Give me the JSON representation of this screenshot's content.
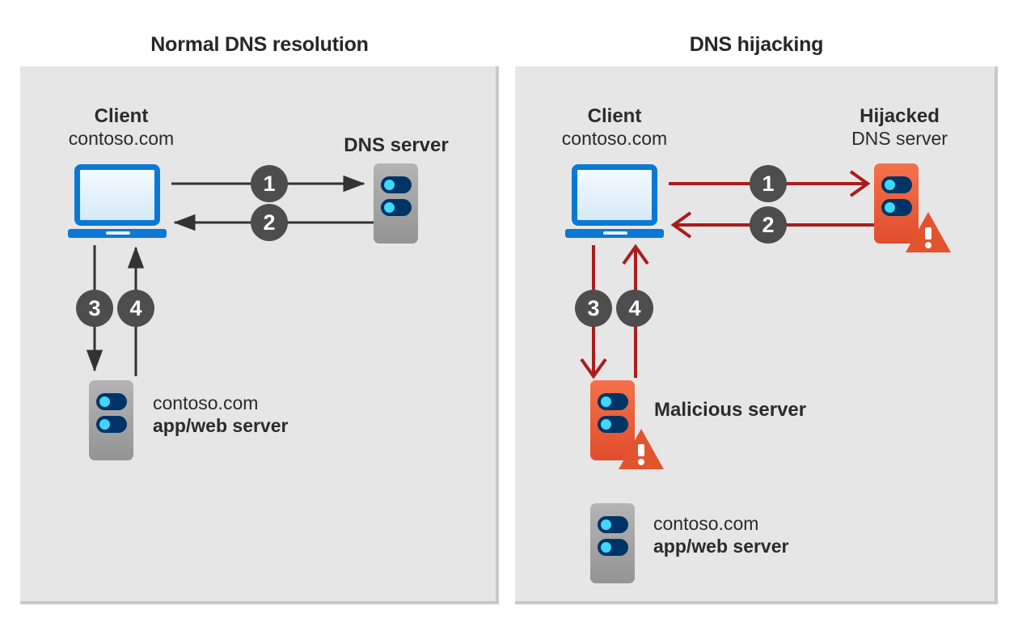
{
  "colors": {
    "panel_background": "#e6e6e6",
    "page_background": "#ffffff",
    "panel_shadow": "#c9c9c9",
    "title_text": "#272727",
    "body_text": "#2b2b2b",
    "step_badge": "#4d4d4d",
    "step_badge_text": "#ffffff",
    "arrow_normal": "#333333",
    "arrow_malicious": "#a81d1d",
    "laptop_blue": "#0a78d4",
    "server_grey": "#9a9a9a",
    "server_red": "#e8553a",
    "server_bay": "#003366",
    "server_led": "#3fd7fb",
    "warning_triangle": "#e2542e"
  },
  "panels": [
    {
      "id": "normal",
      "title": "Normal DNS resolution",
      "nodes": {
        "client": {
          "label_bold": "Client",
          "label_plain": "contoso.com",
          "icon": "laptop-icon"
        },
        "dns_server": {
          "label_bold": "DNS server",
          "label_plain": "",
          "icon": "server-icon-grey"
        },
        "app_server": {
          "label_plain": "contoso.com",
          "label_bold": "app/web server",
          "icon": "server-icon-grey"
        }
      },
      "steps": [
        {
          "number": "1",
          "direction": "client-to-dns",
          "style": "normal"
        },
        {
          "number": "2",
          "direction": "dns-to-client",
          "style": "normal"
        },
        {
          "number": "3",
          "direction": "client-to-app-server",
          "style": "normal"
        },
        {
          "number": "4",
          "direction": "app-server-to-client",
          "style": "normal"
        }
      ]
    },
    {
      "id": "hijacking",
      "title": "DNS hijacking",
      "nodes": {
        "client": {
          "label_bold": "Client",
          "label_plain": "contoso.com",
          "icon": "laptop-icon"
        },
        "hijacked_dns_server": {
          "label_bold": "Hijacked",
          "label_plain": "DNS server",
          "icon": "server-icon-red",
          "badge": "warning-icon"
        },
        "malicious_server": {
          "label_bold": "Malicious server",
          "icon": "server-icon-red",
          "badge": "warning-icon"
        },
        "app_server": {
          "label_plain": "contoso.com",
          "label_bold": "app/web server",
          "icon": "server-icon-grey"
        }
      },
      "steps": [
        {
          "number": "1",
          "direction": "client-to-hijacked-dns",
          "style": "malicious"
        },
        {
          "number": "2",
          "direction": "hijacked-dns-to-client",
          "style": "malicious"
        },
        {
          "number": "3",
          "direction": "client-to-malicious-server",
          "style": "malicious"
        },
        {
          "number": "4",
          "direction": "malicious-server-to-client",
          "style": "malicious"
        }
      ]
    }
  ]
}
